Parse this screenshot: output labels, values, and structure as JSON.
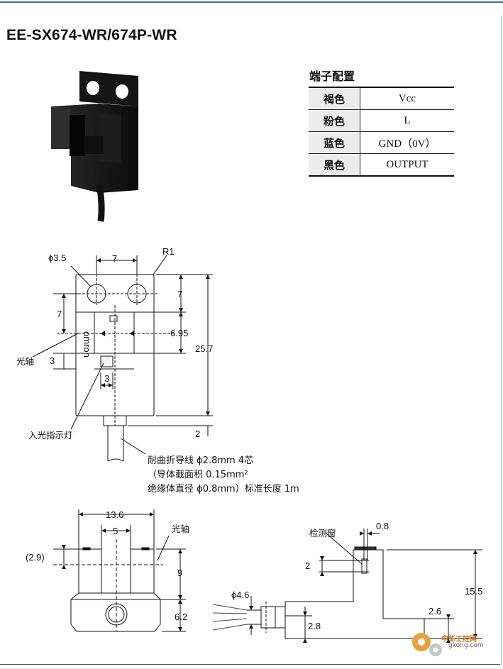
{
  "title": "EE-SX674-WR/674P-WR",
  "terminal": {
    "heading": "端子配置",
    "rows": [
      {
        "color": "褐色",
        "value": "Vcc"
      },
      {
        "color": "粉色",
        "value": "L"
      },
      {
        "color": "蓝色",
        "value": "GND（0V）"
      },
      {
        "color": "黑色",
        "value": "OUTPUT"
      }
    ]
  },
  "front_view": {
    "hole_dia": "ϕ3.5",
    "hole_pitch": "7",
    "corner_radius": "R1",
    "top_to_slot": "7",
    "left_7": "7",
    "slot_height": "6.95",
    "total_height": "25.7",
    "axis_label": "光轴",
    "dim_3_vertical": "3",
    "dim_3_horizontal": "3",
    "indicator_label": "入光指示灯",
    "cable_dim": "2",
    "logo_text": "omron"
  },
  "cable_note": {
    "line1": "耐曲折导线 ϕ2.8mm  4芯",
    "line2": "（导体截面积 0.15mm²",
    "line3": "绝缘体直径 ϕ0.8mm）标准长度 1m"
  },
  "bottom_left_view": {
    "width": "13.6",
    "slot_width": "5",
    "axis_label": "光轴",
    "offset": "(2.9)",
    "height_9": "9",
    "height_62": "6.2"
  },
  "side_view": {
    "window_label": "检测窗",
    "window_width": "0.8",
    "dim_2": "2",
    "cable_dia": "ϕ4.6",
    "height_155": "15.5",
    "dim_26": "2.6",
    "dim_28": "2.8"
  },
  "watermark": {
    "line1": "中华工控网",
    "line2": "gkong.com"
  },
  "colors": {
    "rule": "#3e6f95",
    "table_header_bg": "#ececec",
    "watermark": "#d07a20"
  }
}
